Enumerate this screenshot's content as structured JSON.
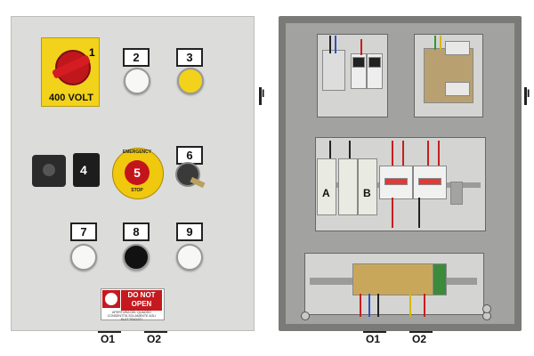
{
  "front_door": {
    "switch": {
      "number": "1",
      "voltage_label": "400 VOLT"
    },
    "lamps": [
      {
        "number": "2",
        "color": "#f7f7f5"
      },
      {
        "number": "3",
        "color": "#f2d21a"
      }
    ],
    "control_4": {
      "number": "4"
    },
    "emergency_stop": {
      "number": "5",
      "top_text": "EMERGENCY",
      "bottom_text": "STOP"
    },
    "key_switch": {
      "number": "6"
    },
    "buttons": [
      {
        "number": "7",
        "color": "#f7f7f5"
      },
      {
        "number": "8",
        "color": "#111111"
      },
      {
        "number": "9",
        "color": "#f7f7f5"
      }
    ],
    "warning_sign": {
      "title": "DO NOT OPEN",
      "small_text": "APERTURA DEL QUADRO CONSENTITA SOLAMENTE AGLI ELETTRICISTI"
    },
    "side_marker": "I",
    "bottom_labels": [
      "O1",
      "O2"
    ]
  },
  "inside": {
    "contactor_labels": [
      "A",
      "B"
    ],
    "side_marker": "I",
    "bottom_labels": [
      "O1",
      "O2"
    ]
  }
}
